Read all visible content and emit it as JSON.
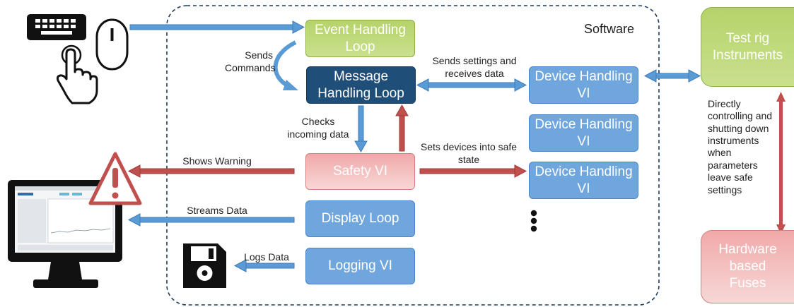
{
  "region_label": "Software",
  "nodes": {
    "event_loop": "Event Handling Loop",
    "message_loop": "Message Handling Loop",
    "safety_vi": "Safety VI",
    "display_loop": "Display Loop",
    "logging_vi": "Logging VI",
    "device_1": "Device Handling VI",
    "device_2": "Device Handling VI",
    "device_3": "Device Handling VI",
    "test_rig": "Test rig Instruments",
    "fuses": "Hardware based Fuses"
  },
  "edge_labels": {
    "sends_commands": "Sends Commands",
    "sends_settings": "Sends settings and receives data",
    "checks_data": "Checks incoming data",
    "sets_devices": "Sets devices into safe state",
    "shows_warning": "Shows Warning",
    "streams_data": "Streams Data",
    "logs_data": "Logs Data",
    "directly_controlling": "Directly controlling and shutting down instruments when parameters leave safe settings"
  },
  "icons": [
    "keyboard-icon",
    "mouse-icon",
    "hand-pointer-icon",
    "warning-icon",
    "monitor-icon",
    "floppy-disk-icon"
  ],
  "colors": {
    "blue_arrow": "#5b9bd5",
    "red_arrow": "#c0504d",
    "green_box": "#b6d36a",
    "dark_blue_box": "#1f4e79",
    "blue_box": "#6fa6de",
    "red_box": "#f1a9a9",
    "dashed_border": "#1f3b5c"
  }
}
